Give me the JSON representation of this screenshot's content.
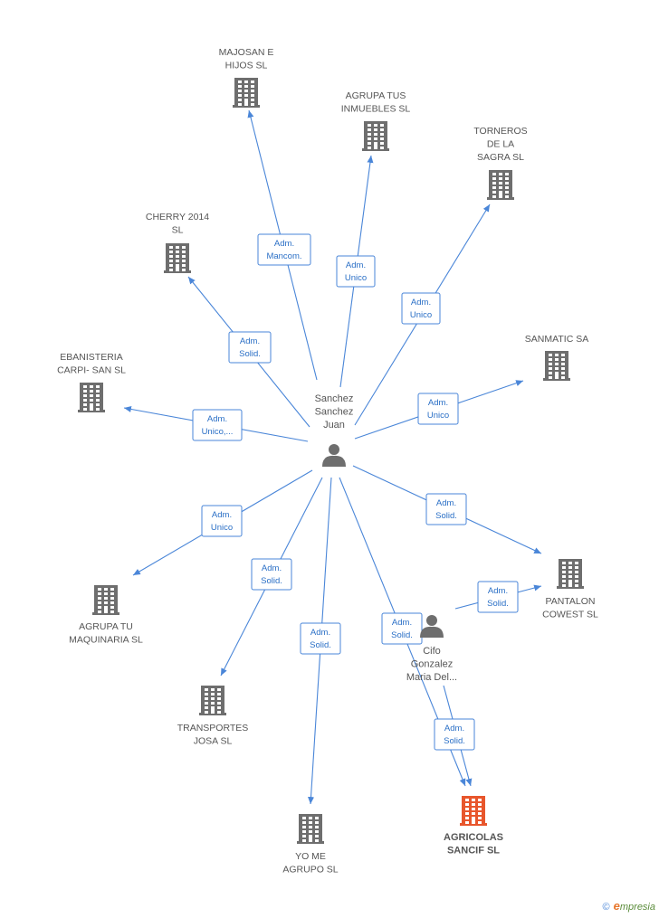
{
  "colors": {
    "edge": "#4a86d8",
    "company": "#6e6e6e",
    "focus_company": "#e8562c",
    "person": "#6e6e6e"
  },
  "persons": [
    {
      "id": "p1",
      "label_lines": [
        "Sanchez",
        "Sanchez",
        "Juan"
      ]
    },
    {
      "id": "p2",
      "label_lines": [
        "Cifo",
        "Gonzalez",
        "Maria Del..."
      ]
    }
  ],
  "companies": [
    {
      "id": "c_majosan",
      "label_lines": [
        "MAJOSAN E",
        "HIJOS SL"
      ]
    },
    {
      "id": "c_agrupa_tus",
      "label_lines": [
        "AGRUPA TUS",
        "INMUEBLES  SL"
      ]
    },
    {
      "id": "c_torneros",
      "label_lines": [
        "TORNEROS",
        "DE LA",
        "SAGRA SL"
      ]
    },
    {
      "id": "c_cherry",
      "label_lines": [
        "CHERRY 2014",
        "SL"
      ]
    },
    {
      "id": "c_sanmatic",
      "label_lines": [
        "SANMATIC SA"
      ]
    },
    {
      "id": "c_ebanisteria",
      "label_lines": [
        "EBANISTERIA",
        "CARPI- SAN SL"
      ]
    },
    {
      "id": "c_pantalon",
      "label_lines": [
        "PANTALON",
        "COWEST  SL"
      ]
    },
    {
      "id": "c_agrupa_tu",
      "label_lines": [
        "AGRUPA TU",
        "MAQUINARIA  SL"
      ]
    },
    {
      "id": "c_transportes",
      "label_lines": [
        "TRANSPORTES",
        "JOSA SL"
      ]
    },
    {
      "id": "c_yome",
      "label_lines": [
        "YO ME",
        "AGRUPO SL"
      ]
    },
    {
      "id": "c_agricolas",
      "label_lines": [
        "AGRICOLAS",
        "SANCIF SL"
      ],
      "focus": true
    }
  ],
  "edges": [
    {
      "from": "p1",
      "to": "c_majosan",
      "label_lines": [
        "Adm.",
        "Mancom."
      ]
    },
    {
      "from": "p1",
      "to": "c_agrupa_tus",
      "label_lines": [
        "Adm.",
        "Unico"
      ]
    },
    {
      "from": "p1",
      "to": "c_torneros",
      "label_lines": [
        "Adm.",
        "Unico"
      ]
    },
    {
      "from": "p1",
      "to": "c_cherry",
      "label_lines": [
        "Adm.",
        "Solid."
      ]
    },
    {
      "from": "p1",
      "to": "c_sanmatic",
      "label_lines": [
        "Adm.",
        "Unico"
      ]
    },
    {
      "from": "p1",
      "to": "c_ebanisteria",
      "label_lines": [
        "Adm.",
        "Unico,..."
      ]
    },
    {
      "from": "p1",
      "to": "c_pantalon",
      "label_lines": [
        "Adm.",
        "Solid."
      ]
    },
    {
      "from": "p1",
      "to": "c_agrupa_tu",
      "label_lines": [
        "Adm.",
        "Unico"
      ]
    },
    {
      "from": "p1",
      "to": "c_transportes",
      "label_lines": [
        "Adm.",
        "Solid."
      ]
    },
    {
      "from": "p1",
      "to": "c_yome",
      "label_lines": [
        "Adm.",
        "Solid."
      ]
    },
    {
      "from": "p1",
      "to": "c_agricolas",
      "label_lines": [
        "Adm.",
        "Solid."
      ]
    },
    {
      "from": "p2",
      "to": "c_pantalon",
      "label_lines": [
        "Adm.",
        "Solid."
      ]
    },
    {
      "from": "p2",
      "to": "c_agricolas",
      "label_lines": [
        "Adm.",
        "Solid."
      ]
    }
  ],
  "footer": {
    "copyright": "©",
    "brand_e": "e",
    "brand_rest": "mpresia"
  }
}
